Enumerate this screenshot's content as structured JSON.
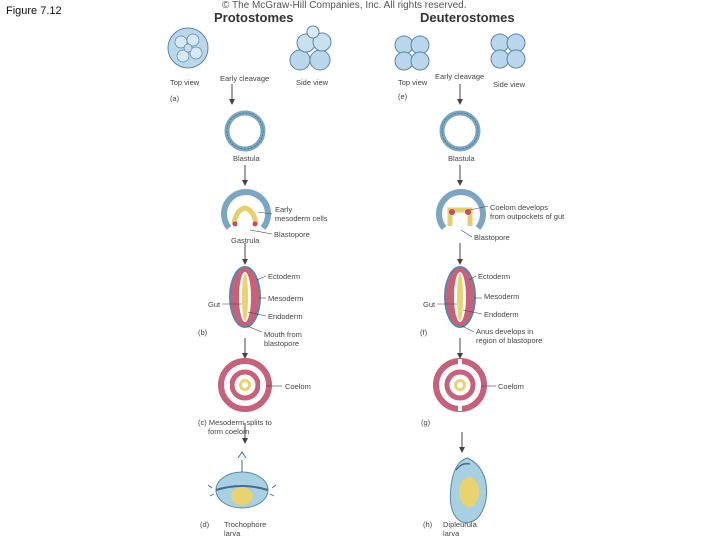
{
  "figure_label": "Figure 7.12",
  "copyright": "© The McGraw-Hill Companies, Inc. All rights reserved.",
  "protostomes": {
    "title": "Protostomes",
    "top_view": "Top view",
    "early_cleavage": "Early cleavage",
    "side_view": "Side view",
    "panel_a": "(a)",
    "blastula": "Blastula",
    "early_mesoderm_1": "Early",
    "early_mesoderm_2": "mesoderm cells",
    "blastopore": "Blastopore",
    "gastrula": "Gastrula",
    "ectoderm": "Ectoderm",
    "gut": "Gut",
    "mesoderm": "Mesoderm",
    "endoderm": "Endoderm",
    "panel_b": "(b)",
    "mouth_1": "Mouth from",
    "mouth_2": "blastopore",
    "coelom": "Coelom",
    "panel_c_1": "(c) Mesoderm splits to",
    "panel_c_2": "form coelom",
    "panel_d": "(d)",
    "larva_1": "Trochophore",
    "larva_2": "larva"
  },
  "deuterostomes": {
    "title": "Deuterostomes",
    "top_view": "Top view",
    "early_cleavage": "Early cleavage",
    "side_view": "Side view",
    "panel_e": "(e)",
    "blastula": "Blastula",
    "coelom_dev_1": "Coelom develops",
    "coelom_dev_2": "from outpockets of gut",
    "blastopore": "Blastopore",
    "ectoderm": "Ectoderm",
    "gut": "Gut",
    "mesoderm": "Mesoderm",
    "endoderm": "Endoderm",
    "panel_f": "(f)",
    "anus_1": "Anus develops in",
    "anus_2": "region of blastopore",
    "coelom": "Coelom",
    "panel_g": "(g)",
    "panel_h": "(h)",
    "larva_1": "Dipleurula",
    "larva_2": "larva"
  }
}
